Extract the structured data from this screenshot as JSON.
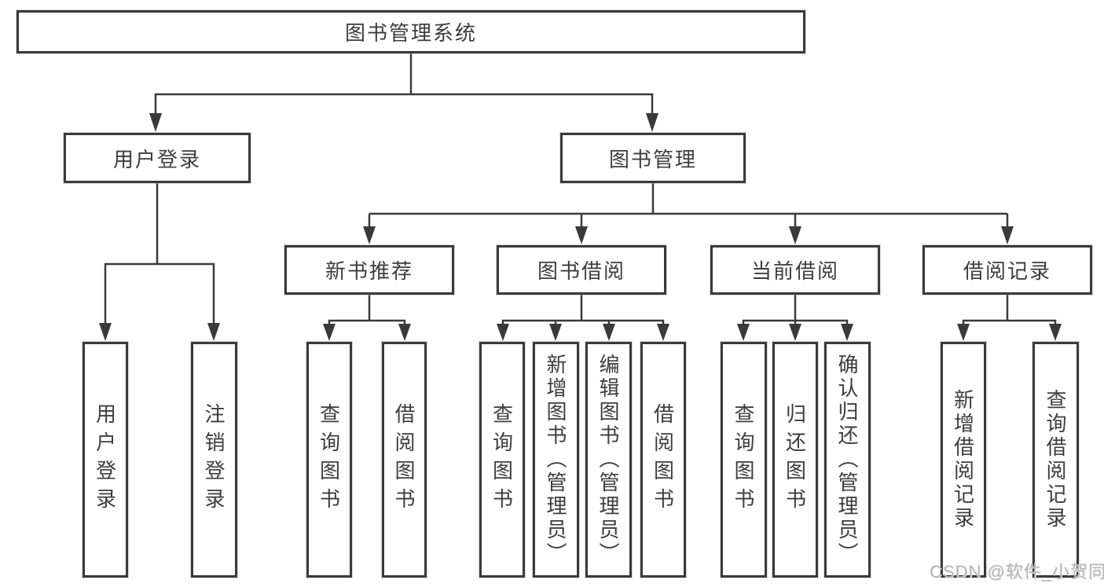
{
  "diagram": {
    "title_node": "图书管理系统",
    "tree": {
      "level2": [
        {
          "label": "用户登录",
          "children": [
            "用户登录",
            "注销登录"
          ]
        },
        {
          "label": "图书管理",
          "children": [
            {
              "label": "新书推荐",
              "children": [
                "查询图书",
                "借阅图书"
              ]
            },
            {
              "label": "图书借阅",
              "children": [
                "查询图书",
                "新增图书（管理员）",
                "编辑图书（管理员）",
                "借阅图书"
              ]
            },
            {
              "label": "当前借阅",
              "children": [
                "查询图书",
                "归还图书",
                "确认归还（管理员）"
              ]
            },
            {
              "label": "借阅记录",
              "children": [
                "新增借阅记录",
                "查询借阅记录"
              ]
            }
          ]
        }
      ]
    },
    "colors": {
      "line": "#3a3a3a",
      "text": "#3d3d3d",
      "box_background": "#ffffff",
      "watermark": "#b6b6b6"
    },
    "watermark": "CSDN @软件_小贺同学"
  }
}
